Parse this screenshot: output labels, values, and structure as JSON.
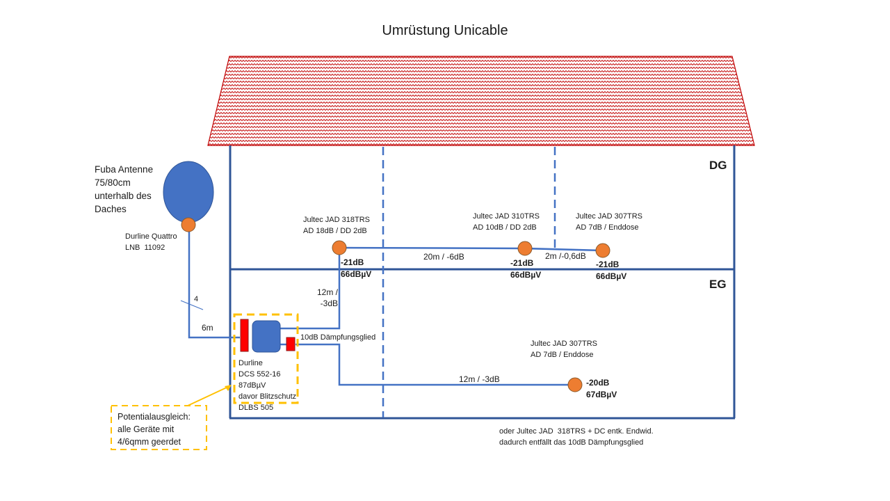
{
  "title": "Umrüstung Unicable",
  "floors": {
    "upper": "DG",
    "lower": "EG"
  },
  "colors": {
    "wall": "#2f5597",
    "cable": "#4472c4",
    "node": "#ed7d31",
    "roof": "#c00000",
    "filter": "#ff0000",
    "ground_box": "#ffc000"
  },
  "antenna": {
    "label": "Fuba Antenne\n75/80cm\nunterhalb des\nDaches",
    "lnb": "Durline Quattro\nLNB  11092",
    "cable_count": "4",
    "cable_length": "6m"
  },
  "multiswitch": {
    "label": "Durline\nDCS 552-16\n87dBµV\ndavor Blitzschutz\nDLBS 505",
    "attenuator": "10dB Dämpfungsglied"
  },
  "grounding": {
    "label": "Potentialausgleich:\nalle Geräte mit\n4/6qmm geerdet"
  },
  "outlets": [
    {
      "device": "Jultec JAD 318TRS\nAD 18dB / DD 2dB",
      "level": "-21dB\n66dBµV"
    },
    {
      "device": "Jultec JAD 310TRS\nAD 10dB / DD 2dB",
      "level": "-21dB\n66dBµV"
    },
    {
      "device": "Jultec JAD 307TRS\nAD 7dB / Enddose",
      "level": "-21dB\n66dBµV"
    },
    {
      "device": "Jultec JAD 307TRS\nAD 7dB / Enddose",
      "level": "-20dB\n67dBµV"
    }
  ],
  "segments": {
    "riser": "12m /\n-3dB",
    "dg_a": "20m / -6dB",
    "dg_b": "2m /-0,6dB",
    "eg": "12m / -3dB"
  },
  "note": "oder Jultec JAD  318TRS + DC entk. Endwid.\ndadurch entfällt das 10dB Dämpfungsglied"
}
